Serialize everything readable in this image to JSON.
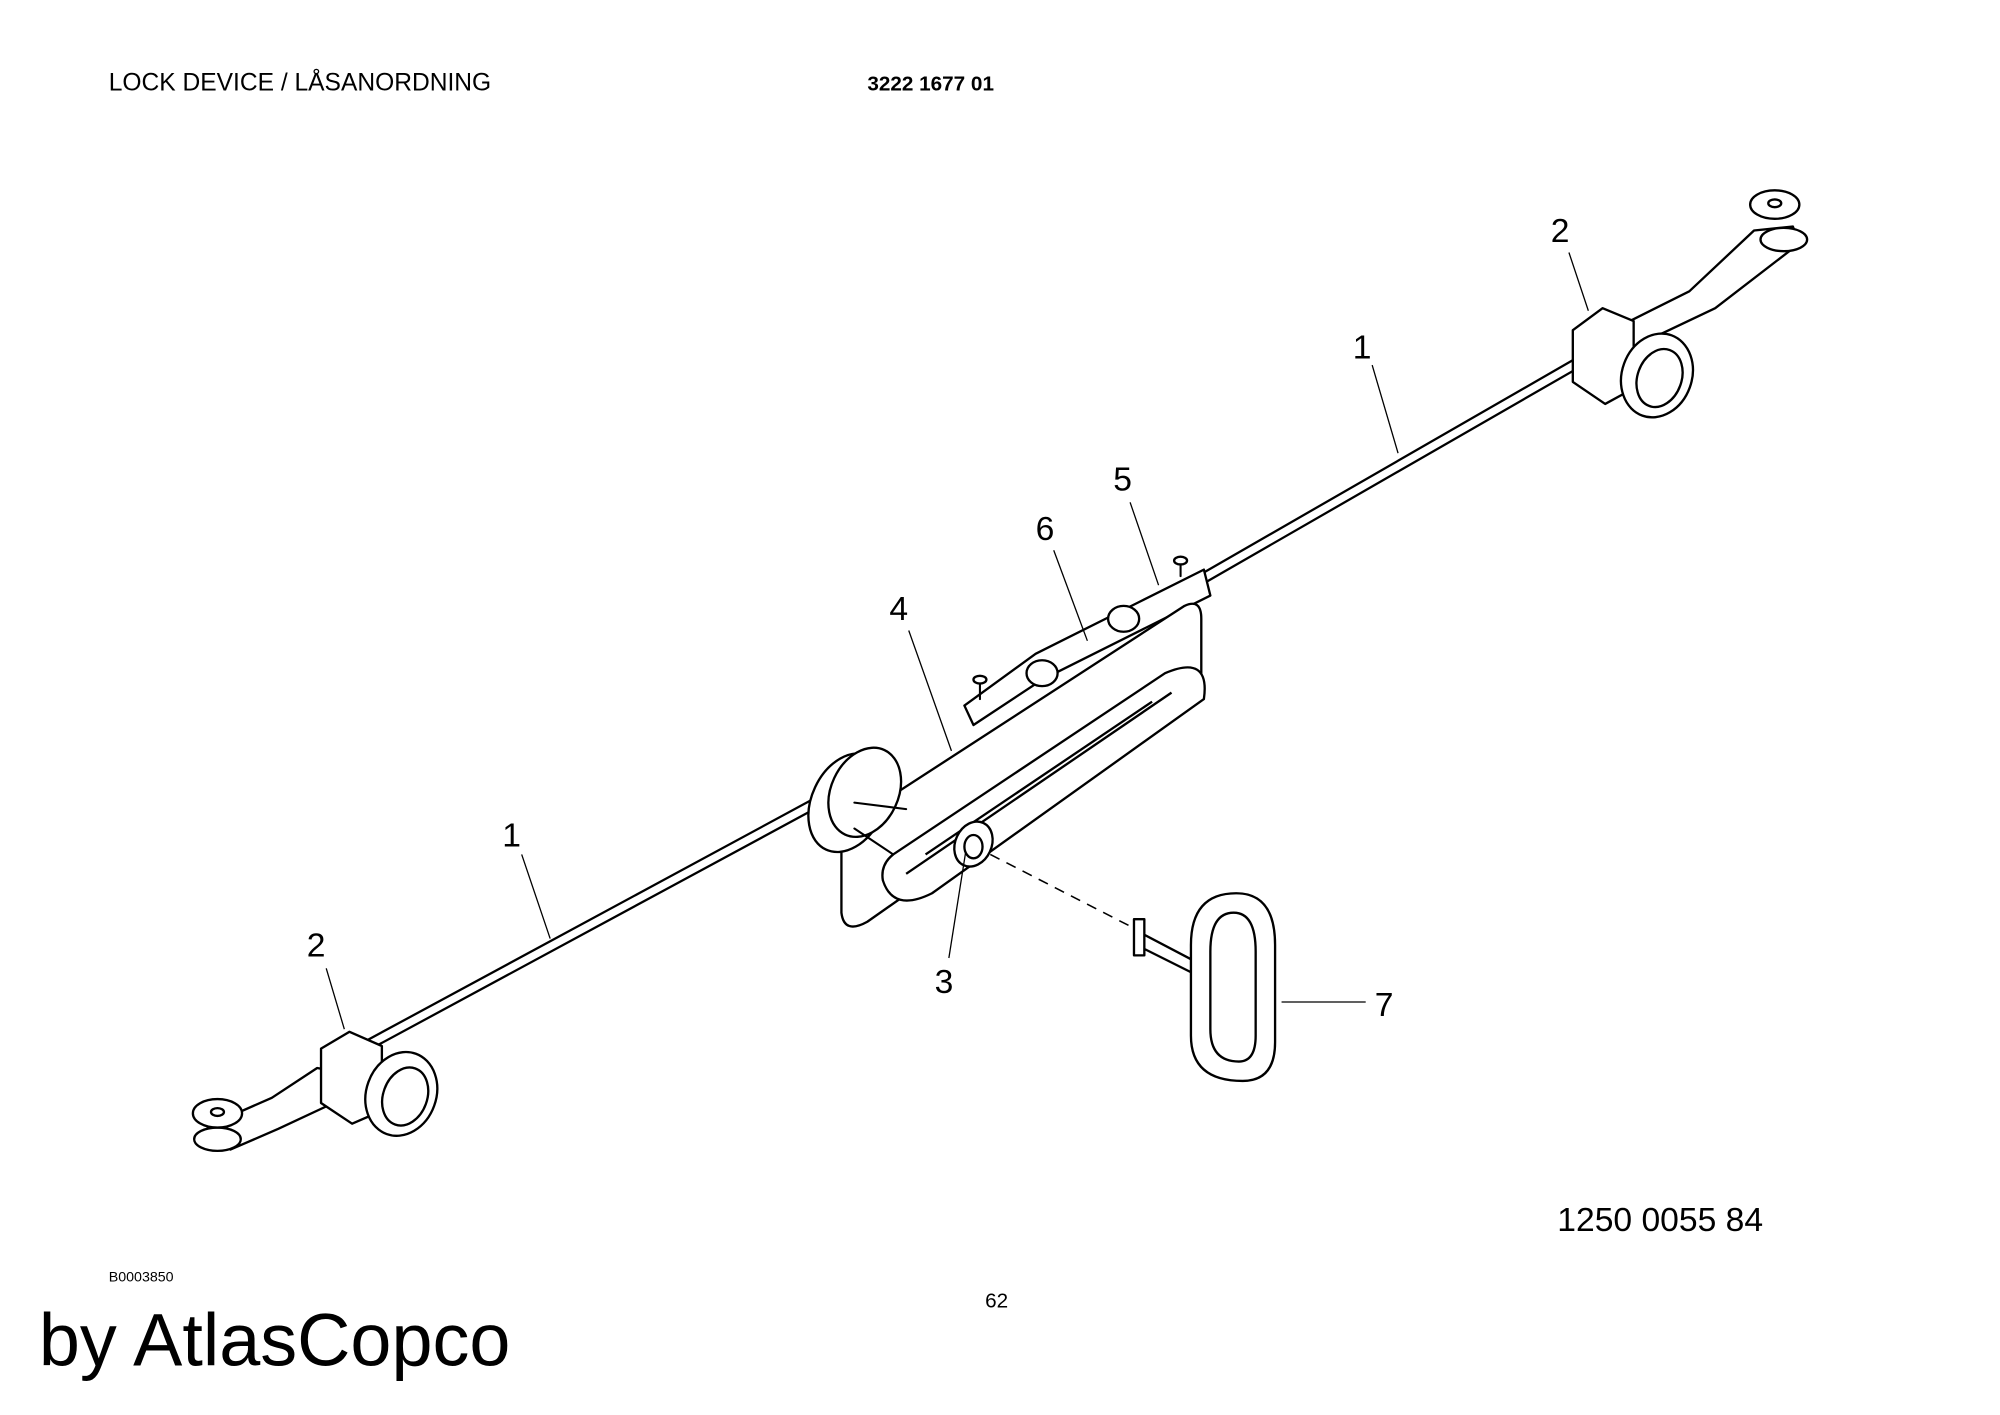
{
  "header": {
    "title": "LOCK DEVICE / LÅSANORDNING",
    "drawing_number": "3222 1677 01"
  },
  "diagram": {
    "callouts": [
      "1",
      "1",
      "2",
      "2",
      "3",
      "4",
      "5",
      "6",
      "7"
    ],
    "part_number": "1250 0055 84"
  },
  "footer": {
    "image_code": "B0003850",
    "page_number": "62",
    "watermark": "by AtlasCopco"
  }
}
